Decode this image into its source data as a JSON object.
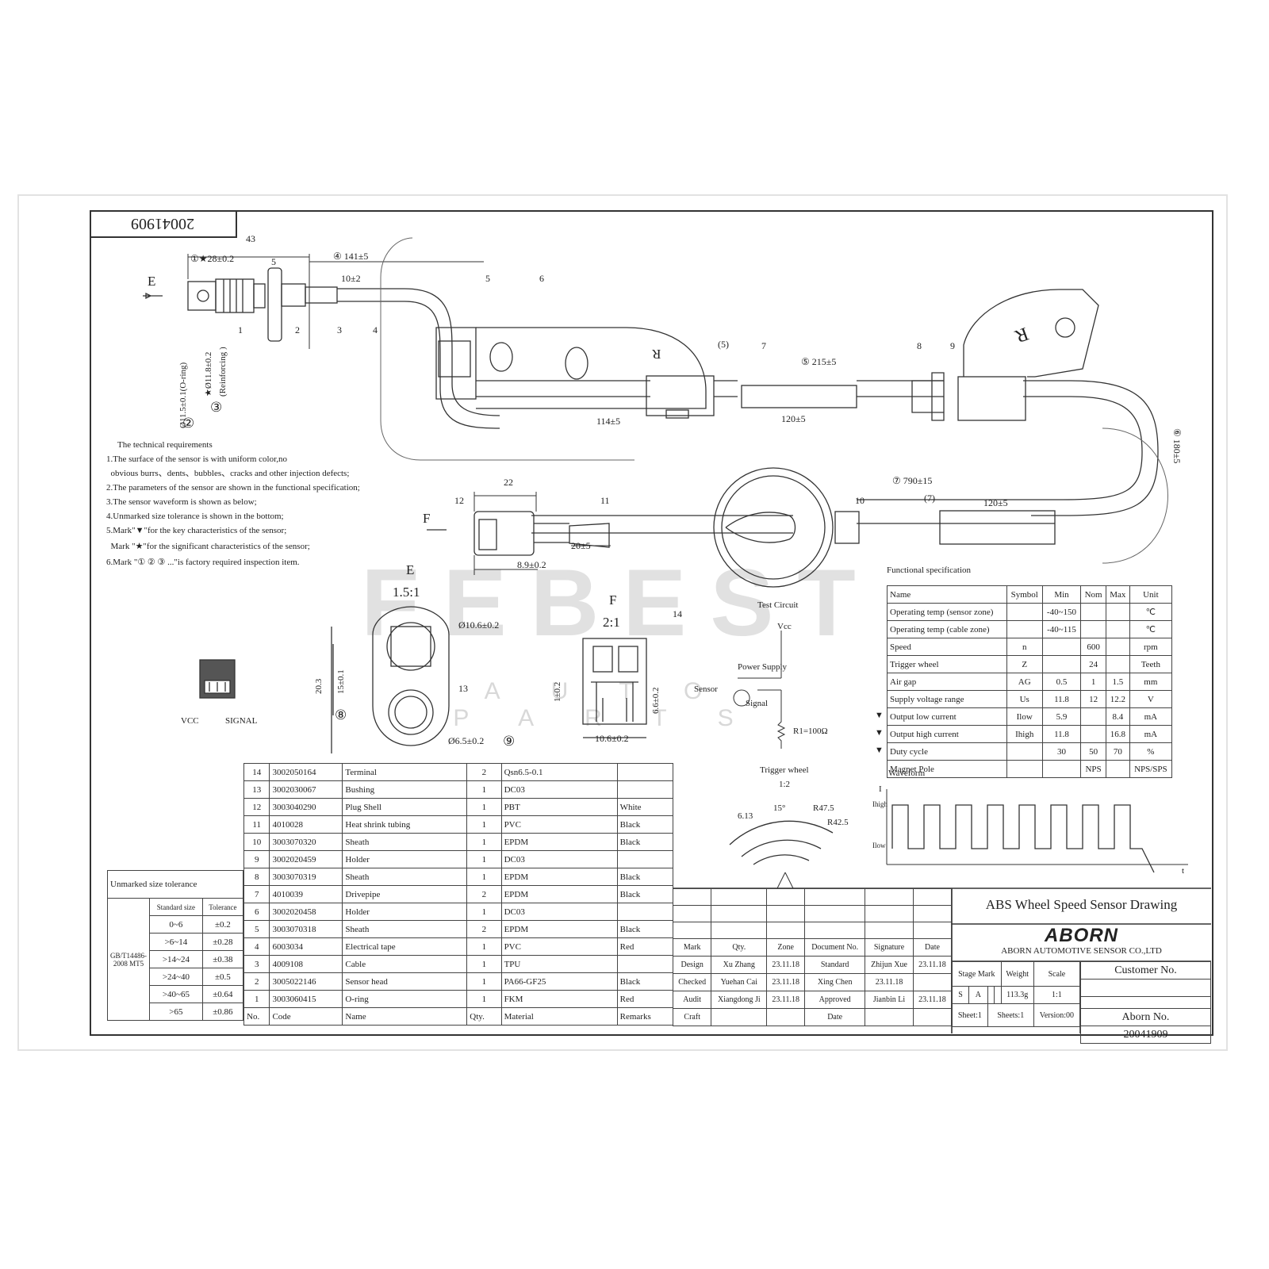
{
  "drawing_number_rotated": "20041909",
  "watermark": {
    "brand": "FEBEST",
    "sub": "AUTO PARTS"
  },
  "main_view": {
    "dim_43": "43",
    "dim_28": "①★28±0.2",
    "dim_5": "5",
    "dim_141": "④ 141±5",
    "dim_10": "10±2",
    "view_e": "E",
    "view_f": "F",
    "callouts": [
      "1",
      "2",
      "3",
      "4",
      "5",
      "6",
      "(5)",
      "7",
      "8",
      "9",
      "10",
      "11",
      "12",
      "(7)"
    ],
    "dim_oring": "Ø11.5±0.1(O-ring)",
    "dim_reinf": "★Ø11.8±0.2",
    "dim_reinf2": "(Reinforcing )",
    "circ2": "②",
    "circ3": "③",
    "dim_215": "⑤ 215±5",
    "dim_114": "114±5",
    "dim_120a": "120±5",
    "dim_180": "⑥ 180±5",
    "dim_22": "22",
    "dim_20": "20±5",
    "dim_89": "8.9±0.2",
    "dim_790": "⑦ 790±15",
    "dim_120b": "120±5",
    "holder_mark": "R"
  },
  "tech_requirements": {
    "title": "The technical requirements",
    "lines": [
      "1.The surface of the sensor is with uniform color,no",
      "  obvious burrs、dents、bubbles、cracks and other injection defects;",
      "2.The parameters of the sensor are shown in the functional specification;",
      "3.The sensor waveform is shown as below;",
      "4.Unmarked size tolerance is shown in the bottom;",
      "5.Mark\"▼\"for the key characteristics of the sensor;",
      "  Mark \"★\"for the significant characteristics of the sensor;",
      "6.Mark \"① ② ③ ...\"is factory required inspection item."
    ]
  },
  "connector_pinout": {
    "vcc": "VCC",
    "signal": "SIGNAL"
  },
  "detail_e": {
    "label": "E",
    "scale": "1.5:1",
    "dia_top": "Ø10.6±0.2",
    "height": "20.3",
    "pitch": "15±0.1",
    "callout": "13",
    "circ8": "⑧",
    "dia_bottom": "Ø6.5±0.2",
    "circ9": "⑨"
  },
  "detail_f": {
    "label": "F",
    "scale": "2:1",
    "callout": "14",
    "dim_1": "1±0.2",
    "dim_66": "6.6±0.2",
    "dim_106": "10.6±0.2"
  },
  "test_circuit": {
    "title": "Test Circuit",
    "vcc": "Vcc",
    "power": "Power Supply",
    "sensor": "Sensor",
    "signal": "Signal",
    "resistor": "R1=100Ω"
  },
  "trigger_wheel": {
    "title": "Trigger wheel",
    "scale": "1:2",
    "d1": "6.13",
    "angle": "15°",
    "r1": "R47.5",
    "r2": "R42.5"
  },
  "waveform": {
    "title": "Waveform",
    "y_axis": "I",
    "high": "Ihigh",
    "low": "Ilow",
    "x_axis": "t"
  },
  "functional_spec": {
    "title": "Functional specification",
    "headers": [
      "Name",
      "Symbol",
      "Min",
      "Nom",
      "Max",
      "Unit"
    ],
    "rows": [
      {
        "key": "",
        "cells": [
          "Operating temp (sensor zone)",
          "",
          "-40~150",
          "",
          "",
          "℃"
        ]
      },
      {
        "key": "",
        "cells": [
          "Operating temp (cable zone)",
          "",
          "-40~115",
          "",
          "",
          "℃"
        ]
      },
      {
        "key": "",
        "cells": [
          "Speed",
          "n",
          "",
          "600",
          "",
          "rpm"
        ]
      },
      {
        "key": "",
        "cells": [
          "Trigger wheel",
          "Z",
          "",
          "24",
          "",
          "Teeth"
        ]
      },
      {
        "key": "",
        "cells": [
          "Air gap",
          "AG",
          "0.5",
          "1",
          "1.5",
          "mm"
        ]
      },
      {
        "key": "",
        "cells": [
          "Supply voltage range",
          "Us",
          "11.8",
          "12",
          "12.2",
          "V"
        ]
      },
      {
        "key": "▼",
        "cells": [
          "Output low current",
          "Ilow",
          "5.9",
          "",
          "8.4",
          "mA"
        ]
      },
      {
        "key": "▼",
        "cells": [
          "Output high current",
          "Ihigh",
          "11.8",
          "",
          "16.8",
          "mA"
        ]
      },
      {
        "key": "▼",
        "cells": [
          "Duty cycle",
          "",
          "30",
          "50",
          "70",
          "%"
        ]
      },
      {
        "key": "",
        "cells": [
          "Magnet Pole",
          "",
          "",
          "NPS",
          "",
          "NPS/SPS"
        ]
      }
    ]
  },
  "bom": {
    "footer": [
      "No.",
      "Code",
      "Name",
      "Qty.",
      "Material",
      "Remarks"
    ],
    "rows": [
      [
        "14",
        "3002050164",
        "Terminal",
        "2",
        "Qsn6.5-0.1",
        ""
      ],
      [
        "13",
        "3002030067",
        "Bushing",
        "1",
        "DC03",
        ""
      ],
      [
        "12",
        "3003040290",
        "Plug Shell",
        "1",
        "PBT",
        "White"
      ],
      [
        "11",
        "4010028",
        "Heat shrink tubing",
        "1",
        "PVC",
        "Black"
      ],
      [
        "10",
        "3003070320",
        "Sheath",
        "1",
        "EPDM",
        "Black"
      ],
      [
        "9",
        "3002020459",
        "Holder",
        "1",
        "DC03",
        ""
      ],
      [
        "8",
        "3003070319",
        "Sheath",
        "1",
        "EPDM",
        "Black"
      ],
      [
        "7",
        "4010039",
        "Drivepipe",
        "2",
        "EPDM",
        "Black"
      ],
      [
        "6",
        "3002020458",
        "Holder",
        "1",
        "DC03",
        ""
      ],
      [
        "5",
        "3003070318",
        "Sheath",
        "2",
        "EPDM",
        "Black"
      ],
      [
        "4",
        "6003034",
        "Electrical tape",
        "1",
        "PVC",
        "Red"
      ],
      [
        "3",
        "4009108",
        "Cable",
        "1",
        "TPU",
        ""
      ],
      [
        "2",
        "3005022146",
        "Sensor head",
        "1",
        "PA66-GF25",
        "Black"
      ],
      [
        "1",
        "3003060415",
        "O-ring",
        "1",
        "FKM",
        "Red"
      ]
    ]
  },
  "tolerance": {
    "title": "Unmarked size tolerance",
    "standard": "GB/T14486-2008 MT5",
    "headers": [
      "Standard size",
      "Tolerance"
    ],
    "rows": [
      [
        "0~6",
        "±0.2"
      ],
      [
        ">6~14",
        "±0.28"
      ],
      [
        ">14~24",
        "±0.38"
      ],
      [
        ">24~40",
        "±0.5"
      ],
      [
        ">40~65",
        "±0.64"
      ],
      [
        ">65",
        "±0.86"
      ]
    ]
  },
  "title_block": {
    "revision_headers": [
      "Mark",
      "Qty.",
      "Zone",
      "Document No.",
      "Signature",
      "Date"
    ],
    "approvals": [
      [
        "Design",
        "Xu Zhang",
        "23.11.18",
        "Standard",
        "Zhijun Xue",
        "23.11.18"
      ],
      [
        "Checked",
        "Yuehan Cai",
        "23.11.18",
        "Xing Chen",
        "23.11.18",
        ""
      ],
      [
        "Audit",
        "Xiangdong Ji",
        "23.11.18",
        "Approved",
        "Jianbin Li",
        "23.11.18"
      ],
      [
        "Craft",
        "",
        "",
        "Date",
        "",
        ""
      ]
    ],
    "drawing_title": "ABS Wheel Speed Sensor Drawing",
    "logo": "ABORN",
    "company": "ABORN AUTOMOTIVE SENSOR CO.,LTD",
    "stage_mark_label": "Stage Mark",
    "weight_label": "Weight",
    "scale_label": "Scale",
    "stage": [
      "S",
      "A"
    ],
    "weight": "113.3g",
    "scale": "1:1",
    "sheet": "Sheet:1",
    "sheets": "Sheets:1",
    "version": "Version:00",
    "customer_no_label": "Customer No.",
    "customer_no": "",
    "aborn_no_label": "Aborn No.",
    "aborn_no": "20041909"
  }
}
